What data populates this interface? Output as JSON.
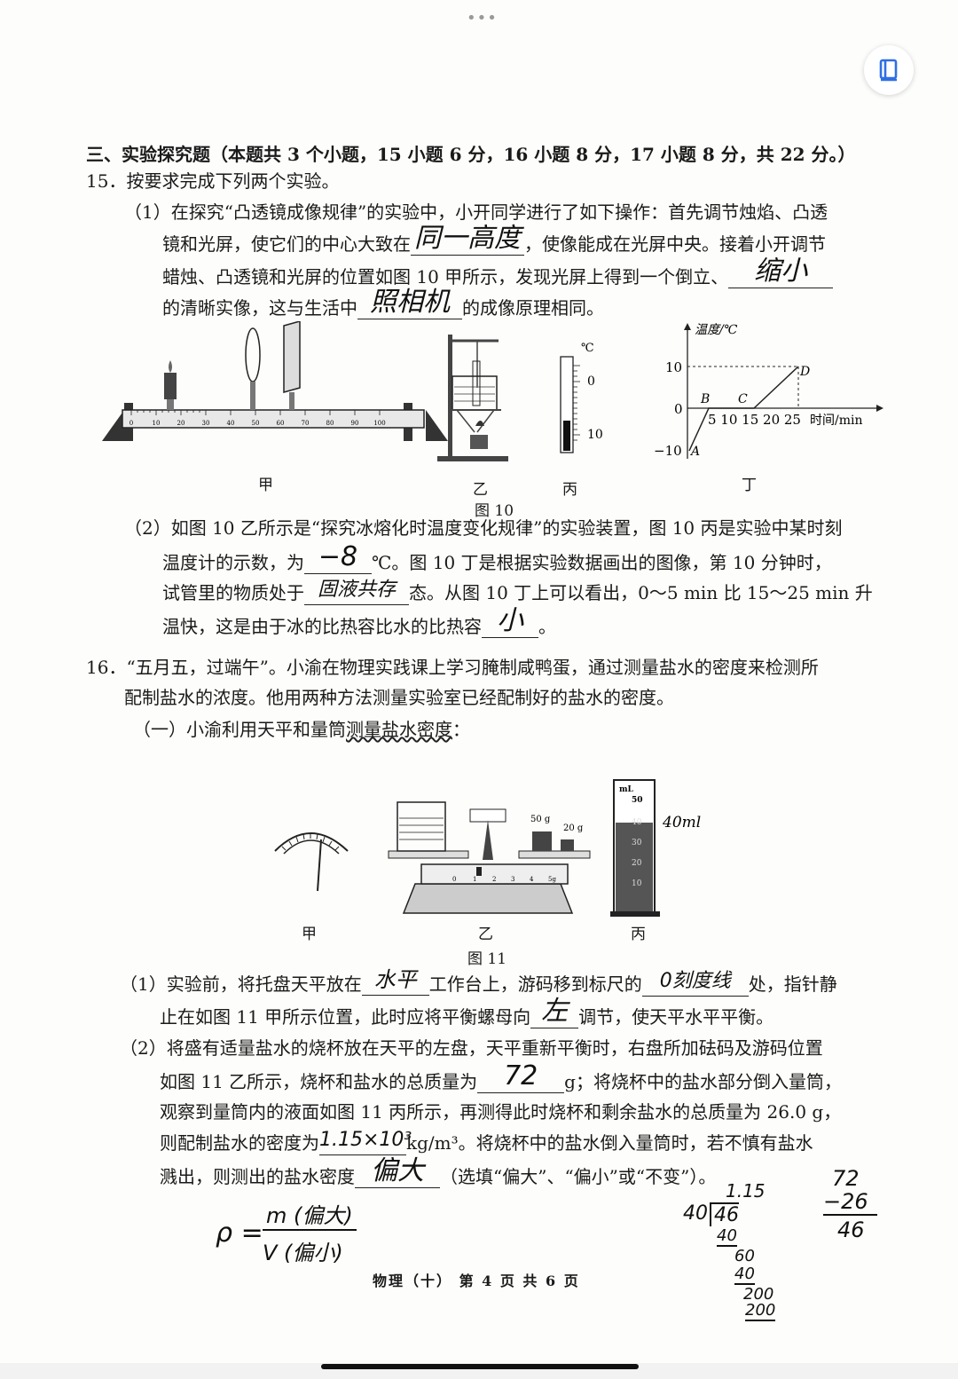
{
  "ui": {
    "more_dots": "•••",
    "reader_icon": "book-reader-icon"
  },
  "section": {
    "heading": "三、实验探究题（本题共 3 个小题，15 小题 6 分，16 小题 8 分，17 小题 8 分，共 22 分。）"
  },
  "q15": {
    "intro": "15．按要求完成下列两个实验。",
    "p1": {
      "l1": "（1）在探究“凸透镜成像规律”的实验中，小开同学进行了如下操作：首先调节烛焰、凸透",
      "l2a": "镜和光屏，使它们的中心大致在",
      "ans1": "同一高度",
      "l2b": "，使像能成在光屏中央。接着小开调节",
      "l3a": "蜡烛、凸透镜和光屏的位置如图 10 甲所示，发现光屏上得到一个倒立、",
      "ans2": "缩小",
      "l4a": "的清晰实像，这与生活中",
      "ans3": "照相机",
      "l4b": "的成像原理相同。"
    },
    "fig": {
      "title": "图 10",
      "labels": {
        "jia": "甲",
        "yi": "乙",
        "bing": "丙",
        "ding": "丁"
      },
      "ruler_ticks": [
        "0",
        "10",
        "20",
        "30",
        "40",
        "50",
        "60",
        "70",
        "80",
        "90",
        "100"
      ],
      "thermo_unit": "℃",
      "thermo_0": "0",
      "thermo_10": "10",
      "graph": {
        "ylabel": "温度/℃",
        "xlabel": "时间/min",
        "y10": "10",
        "y0": "0",
        "ym10": "−10",
        "xticks": "5 10 15 20 25",
        "A": "A",
        "B": "B",
        "C": "C",
        "D": "D"
      }
    },
    "p2": {
      "l1": "（2）如图 10 乙所示是“探究冰熔化时温度变化规律”的实验装置，图 10 丙是实验中某时刻",
      "l2a": "温度计的示数，为",
      "ans1": "−8",
      "l2b": "℃。图 10 丁是根据实验数据画出的图像，第 10 分钟时，",
      "l3a": "试管里的物质处于",
      "ans2": "固液共存",
      "l3b": "态。从图 10 丁上可以看出，0～5 min 比 15～25 min 升",
      "l4a": "温快，这是由于冰的比热容比水的比热容",
      "ans3": "小",
      "l4b": "。"
    }
  },
  "q16": {
    "l1": "16．“五月五，过端午”。小渝在物理实践课上学习腌制咸鸭蛋，通过测量盐水的密度来检测所",
    "l2": "配制盐水的浓度。他用两种方法测量实验室已经配制好的盐水的密度。",
    "l3a": "（一）小渝利用天平和量筒",
    "l3b": "测量盐水密度",
    "l3c": "：",
    "fig": {
      "title": "图 11",
      "labels": {
        "jia": "甲",
        "yi": "乙",
        "bing": "丙"
      },
      "w50": "50 g",
      "w20": "20 g",
      "rider": [
        "0",
        "1",
        "2",
        "3",
        "4",
        "5g"
      ],
      "cyl": {
        "unit": "mL",
        "marks": [
          "50",
          "40",
          "30",
          "20",
          "10"
        ],
        "note": "40ml"
      }
    },
    "p1": {
      "l1a": "（1）实验前，将托盘天平放在",
      "ans1": "水平",
      "l1b": "工作台上，游码移到标尺的",
      "ans2": "0刻度线",
      "l1c": "处，指针静",
      "l2a": "止在如图 11 甲所示位置，此时应将平衡螺母向",
      "ans3": "左",
      "l2b": "调节，使天平水平平衡。"
    },
    "p2": {
      "l1": "（2）将盛有适量盐水的烧杯放在天平的左盘，天平重新平衡时，右盘所加砝码及游码位置",
      "l2a": "如图 11 乙所示，烧杯和盐水的总质量为",
      "ans1": "72",
      "l2b": "g；将烧杯中的盐水部分倒入量筒，",
      "l3": "观察到量筒内的液面如图 11 丙所示，再测得此时烧杯和剩余盐水的总质量为 26.0 g，",
      "l4a": "则配制盐水的密度为",
      "ans2": "1.15×10³",
      "l4b": "kg/m³。将烧杯中的盐水倒入量筒时，若不慎有盐水",
      "l5a": "溅出，则测出的盐水密度",
      "ans3": "偏大",
      "l5b": "（选填“偏大”、“偏小”或“不变”）。"
    },
    "notes": {
      "rho": "ρ =",
      "num": "m (偏大)",
      "den": "V (偏小)",
      "div_q": "1.15",
      "div_d": "40",
      "div_n": "46",
      "div_r1": "40",
      "div_r2": "60",
      "div_r3": "40",
      "div_r4": "200",
      "div_r5": "200",
      "sub_a": "72",
      "sub_b": "−26",
      "sub_c": "46"
    }
  },
  "footer": "物理（十）  第 4 页  共 6 页"
}
